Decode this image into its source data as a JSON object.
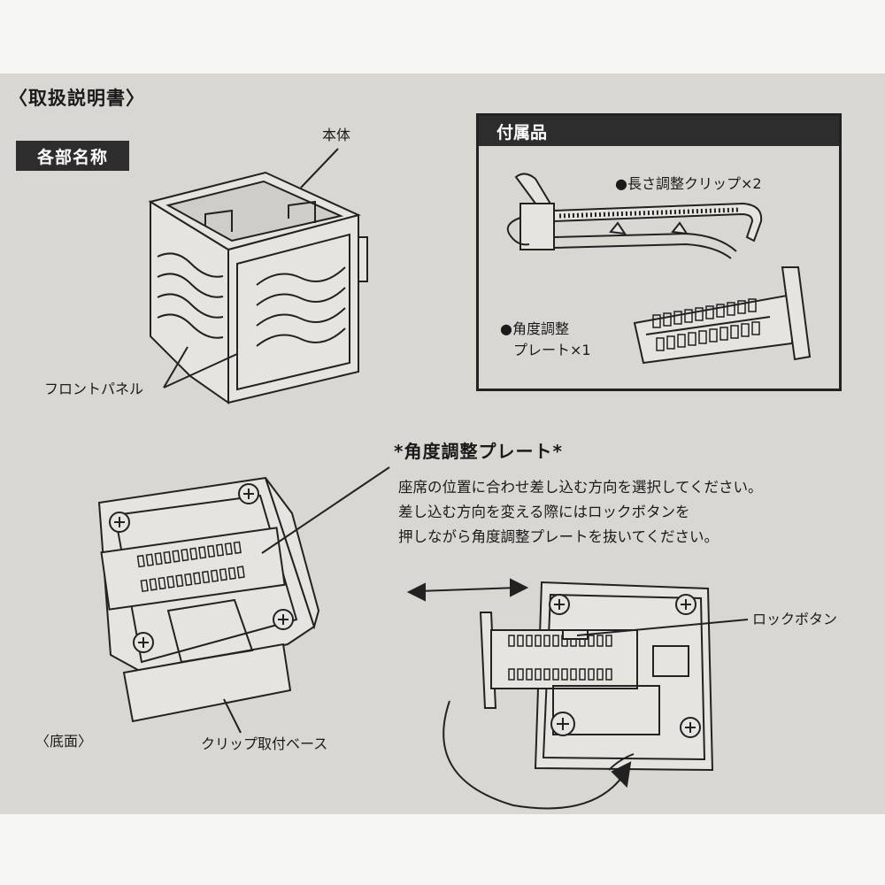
{
  "manual": {
    "title": "〈取扱説明書〉"
  },
  "parts": {
    "heading": "各部名称",
    "labels": {
      "body": "本体",
      "front_panel": "フロントパネル",
      "bottom": "〈底面〉",
      "clip_base": "クリップ取付ベース"
    }
  },
  "accessories": {
    "heading": "付属品",
    "items": [
      {
        "name": "●長さ調整クリップ×2"
      },
      {
        "name_line1": "●角度調整",
        "name_line2": "プレート×1"
      }
    ]
  },
  "angle_plate": {
    "title": "*角度調整プレート*",
    "lines": [
      "座席の位置に合わせ差し込む方向を選択してください。",
      "差し込む方向を変える際にはロックボタンを",
      "押しながら角度調整プレートを抜いてください。"
    ],
    "lock_button_label": "ロックボタン"
  }
}
